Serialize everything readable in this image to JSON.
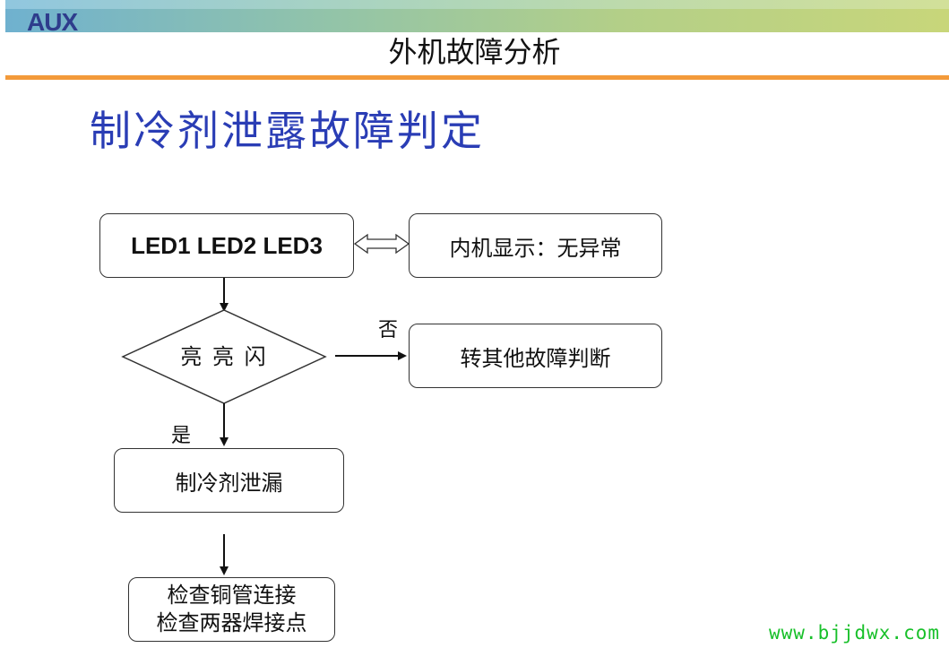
{
  "header": {
    "logo": "AUX",
    "title": "外机故障分析"
  },
  "main_title": "制冷剂泄露故障判定",
  "flow": {
    "led_box": "LED1 LED2 LED3",
    "indoor_display": "内机显示：无异常",
    "decision": "亮 亮 闪",
    "no_label": "否",
    "other_fault": "转其他故障判断",
    "yes_label": "是",
    "refrigerant_leak": "制冷剂泄漏",
    "check_lines": [
      "检查铜管连接",
      "检查两器焊接点"
    ]
  },
  "watermark": "www.bjjdwx.com",
  "colors": {
    "title_blue": "#2a3db5",
    "header_rule_orange": "#f39a3a",
    "logo_navy": "#2e3c8c",
    "watermark_green": "#18c02a"
  }
}
